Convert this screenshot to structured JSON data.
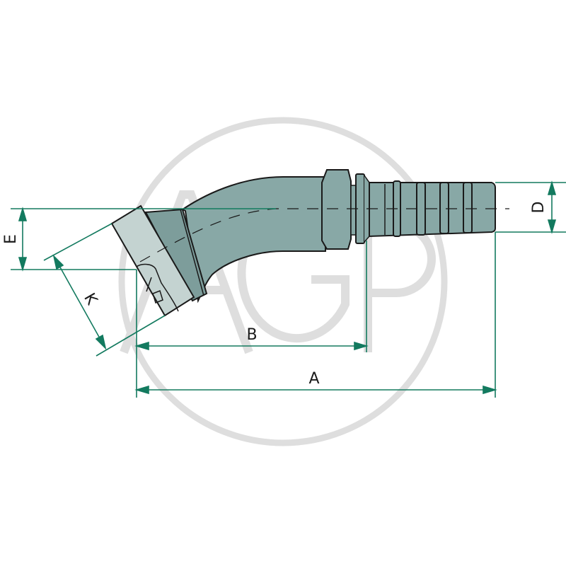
{
  "drawing": {
    "subject": "Hose fitting with angled flange (bent elbow)",
    "watermark": {
      "text": "AGP",
      "color": "#d9d9d9"
    },
    "colors": {
      "dimension_line": "#137a5f",
      "body_fill": "#88a8a6",
      "flange_fill": "#c4d3d1",
      "outline": "#1a1a1a",
      "background": "#ffffff"
    }
  },
  "dimensions": {
    "A": {
      "label": "A",
      "description": "overall length"
    },
    "B": {
      "label": "B",
      "description": "length to collar"
    },
    "D": {
      "label": "D",
      "description": "hose tail diameter"
    },
    "E": {
      "label": "E",
      "description": "flange offset"
    },
    "K": {
      "label": "K",
      "description": "flange width"
    }
  }
}
